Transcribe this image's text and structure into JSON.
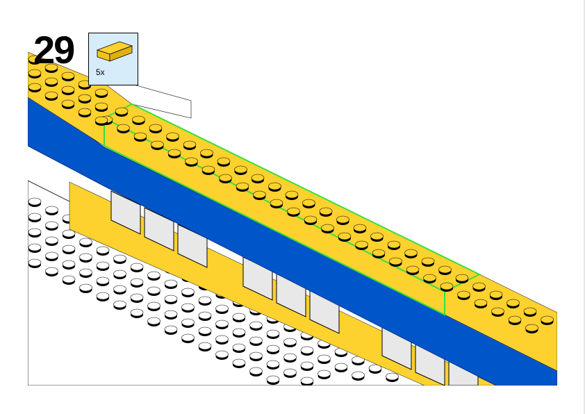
{
  "step": {
    "number": "29"
  },
  "parts_list": [
    {
      "part": "brick-2x4",
      "color": "#fdd22e",
      "quantity": "5x"
    }
  ],
  "colors": {
    "yellow": "#fdd22e",
    "blue": "#0055c8",
    "highlight": "#35e03a",
    "baseplate": "#ffffff"
  }
}
